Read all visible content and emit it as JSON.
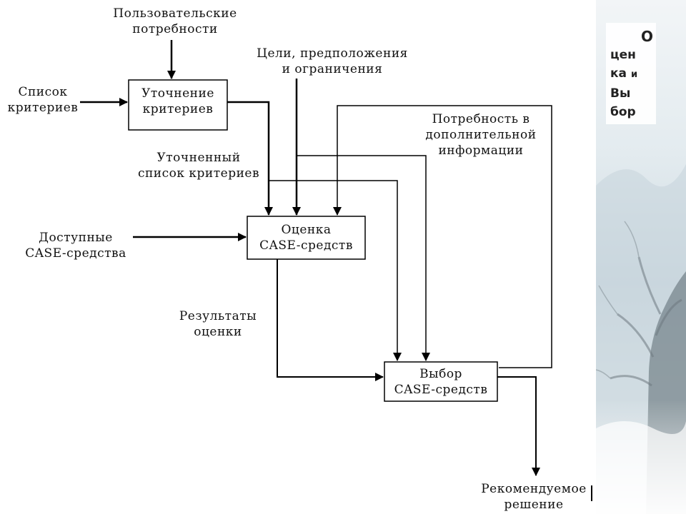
{
  "diagram": {
    "inputs": {
      "user_needs": [
        "Пользовательские",
        "потребности"
      ],
      "goals": [
        "Цели, предположения",
        "и ограничения"
      ],
      "criteria_list": [
        "Список",
        "критериев"
      ],
      "available_tools": [
        "Доступные",
        "CASE-средства"
      ]
    },
    "boxes": {
      "refine": [
        "Уточнение",
        "критериев"
      ],
      "evaluate": [
        "Оценка",
        "CASE-средств"
      ],
      "select": [
        "Выбор",
        "CASE-средств"
      ]
    },
    "flows": {
      "refined_list": [
        "Уточненный",
        "список критериев"
      ],
      "need_more_info": [
        "Потребность в",
        "дополнительной",
        "информации"
      ],
      "results": [
        "Результаты",
        "оценки"
      ],
      "recommended": [
        "Рекомендуемое",
        "решение"
      ]
    }
  },
  "side_title": {
    "line1": "О",
    "line2": "цен",
    "line3_main": "ка",
    "line3_small": "и",
    "line4": "Вы",
    "line5": "бор"
  }
}
